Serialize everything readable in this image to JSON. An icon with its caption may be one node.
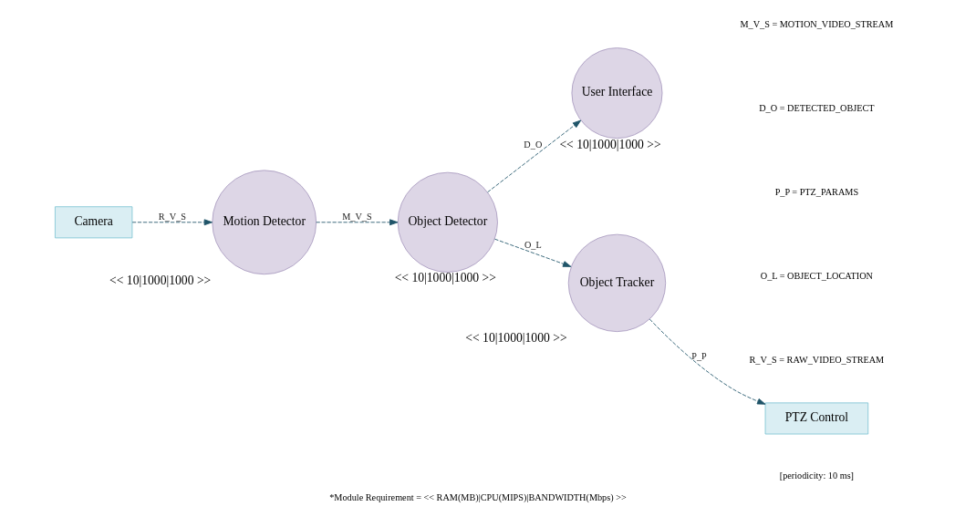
{
  "diagram": {
    "caption": "*Module Requirement = << RAM(MB)|CPU(MIPS)|BANDWIDTH(Mbps) >>",
    "nodes": [
      {
        "text": [
          "Camera"
        ]
      },
      {
        "text": [
          "Object Detector"
        ],
        "beside": [
          "<< 10|1000|1000 >>"
        ]
      },
      {
        "text": [
          "User Interface"
        ],
        "beside": [
          "<< 10|1000|1000 >>"
        ]
      },
      {
        "text": [
          "Motion Detector"
        ],
        "beside": [
          "<< 10|1000|1000 >>"
        ]
      },
      {
        "text": [
          "Object Tracker"
        ],
        "beside": [
          "<< 10|1000|1000 >>"
        ]
      },
      {
        "text": [
          "PTZ Control"
        ]
      }
    ],
    "edges": [
      {
        "from": 0,
        "to": 3,
        "arrow": "to",
        "label": "R_V_S",
        "style": "dashed"
      },
      {
        "from": 3,
        "to": 1,
        "arrow": "to",
        "label": "M_V_S",
        "style": "dashed"
      },
      {
        "from": 1,
        "to": 2,
        "arrow": "to",
        "label": "D_O",
        "style": "dashed"
      },
      {
        "from": 1,
        "to": 4,
        "arrow": "to",
        "label": "O_L",
        "style": "dashed"
      },
      {
        "from": 4,
        "to": 5,
        "arrow": "to",
        "label": "P_P",
        "style": "dashed"
      }
    ],
    "labels": [
      "[periodicity: 10 ms]",
      "M_V_S = MOTION_VIDEO_STREAM",
      "D_O = DETECTED_OBJECT",
      "P_P = PTZ_PARAMS",
      "O_L = OBJECT_LOCATION",
      "R_V_S = RAW_VIDEO_STREAM"
    ]
  }
}
